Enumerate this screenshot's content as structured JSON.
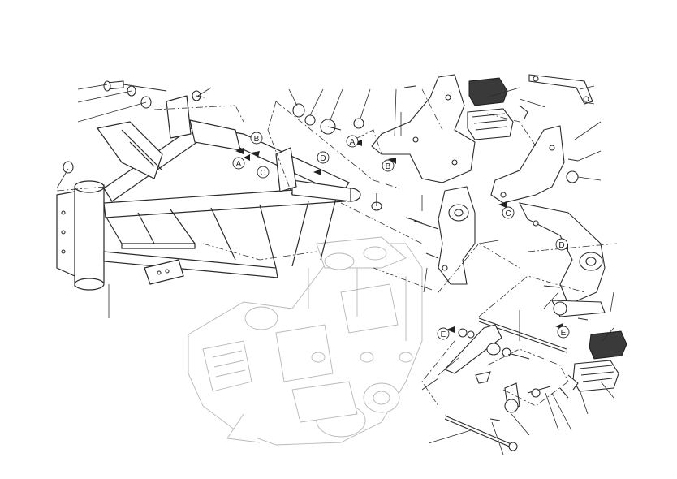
{
  "callouts": [
    {
      "letter": "A"
    },
    {
      "letter": "B"
    },
    {
      "letter": "C"
    },
    {
      "letter": "D"
    },
    {
      "letter": "A"
    },
    {
      "letter": "B"
    },
    {
      "letter": "C"
    },
    {
      "letter": "D"
    },
    {
      "letter": "E"
    },
    {
      "letter": "E"
    }
  ],
  "colors": {
    "line": "#2a2a2a",
    "engine_line": "#b8b8b8",
    "footpeg_rubber": "#3a3a3a",
    "background": "#ffffff"
  }
}
